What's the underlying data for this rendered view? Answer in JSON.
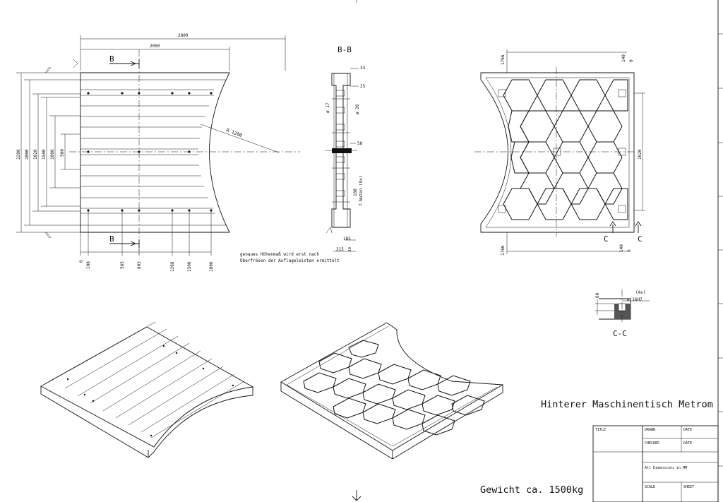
{
  "drawing": {
    "title": "Hinterer Maschinentisch Metrom",
    "weight": "Gewicht ca. 1500kg",
    "note_line1": "genaues Höhenmaß wird erst nach",
    "note_line2": "Überfräsen der Auflageleisten ermittelt",
    "section_bb": "B-B",
    "section_cc": "C-C",
    "cut_b": "B",
    "cut_c": "C"
  },
  "front_view": {
    "dim_top": [
      "2800",
      "2050"
    ],
    "dim_left": [
      "2200",
      "2000",
      "1620",
      "1500",
      "1000",
      "500"
    ],
    "radius": "R 1200",
    "dim_bottom": [
      "0",
      "100",
      "565",
      "803",
      "1268",
      "1506",
      "1806"
    ]
  },
  "section_view": {
    "dims": [
      "33",
      "25",
      "ø 17",
      "ø 26",
      "58",
      "188",
      "7-Nuten (9x)",
      "185",
      "215",
      "18"
    ]
  },
  "rear_view": {
    "dims": [
      "1766",
      "140",
      "0",
      "1620",
      "1766",
      "140",
      "0"
    ]
  },
  "detail_cc": {
    "dims": [
      "60",
      "(4x)",
      "ø 16H7"
    ]
  },
  "title_block": {
    "title_label": "TITLE",
    "drawn_label": "DRAWN",
    "date_label": "DATE",
    "checked_label": "CHECKED",
    "date2_label": "DATE",
    "units_note": "All Dimensions in MM",
    "scale_label": "SCALE",
    "sheet_label": "SHEET"
  }
}
